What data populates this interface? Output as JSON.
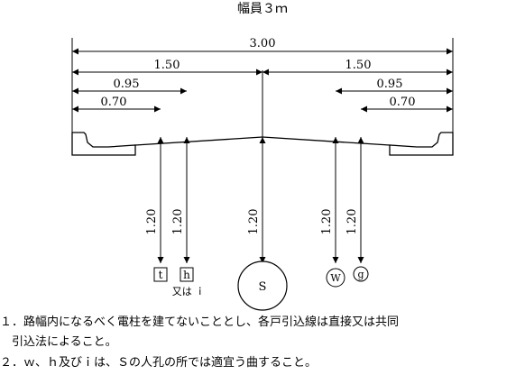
{
  "title": "幅員３ｍ",
  "dimensions": {
    "total": "3.00",
    "left_half": "1.50",
    "right_half": "1.50",
    "left_outer": "0.95",
    "left_inner": "0.70",
    "right_outer": "0.95",
    "right_inner": "0.70"
  },
  "depths": {
    "t": "1.20",
    "h": "1.20",
    "s": "1.20",
    "w": "1.20",
    "g": "1.20"
  },
  "utilities": {
    "t": "t",
    "h": "h",
    "alt_i": "又は ｉ",
    "s": "S",
    "w": "W",
    "g": "g"
  },
  "notes": [
    "１．路幅内になるべく電柱を建てないこととし、各戸引込線は直接又は共同",
    "　引込法によること。",
    "２．ｗ、ｈ及びｉは、Ｓの人孔の所では適宜う曲すること。"
  ]
}
